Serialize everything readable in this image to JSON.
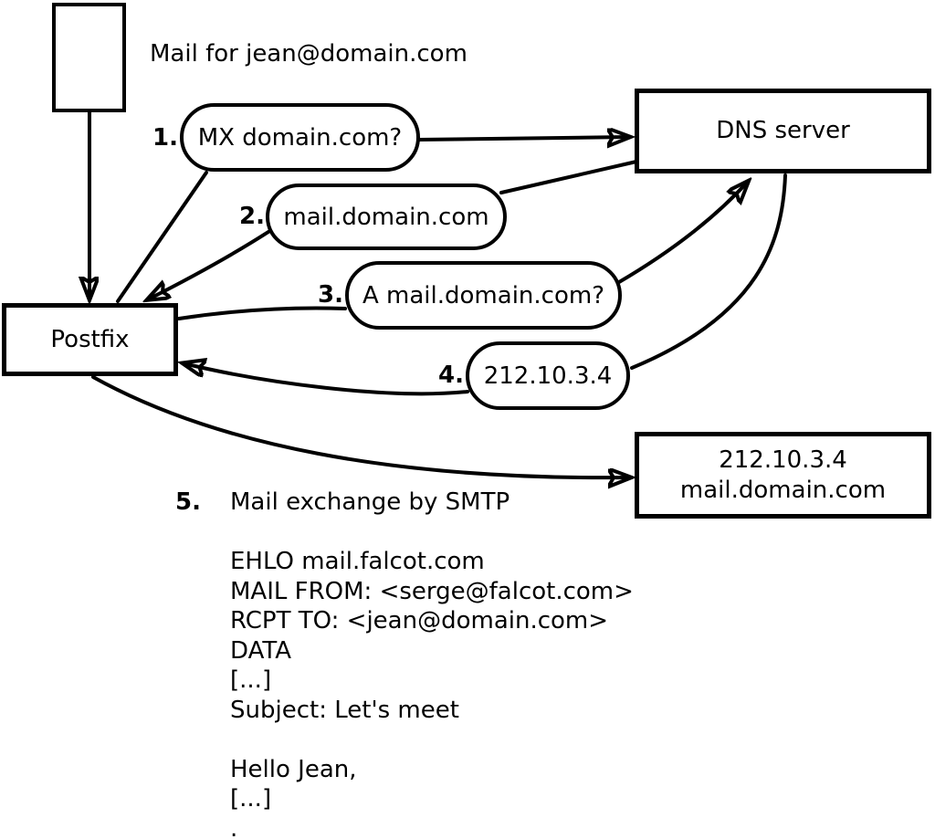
{
  "title": "Mail for jean@domain.com",
  "colors": {
    "ink": "#000000",
    "background": "#ffffff"
  },
  "nodes": {
    "postfix": {
      "label": "Postfix"
    },
    "dns_server": {
      "label": "DNS server"
    },
    "mail_server": {
      "line1": "212.10.3.4",
      "line2": "mail.domain.com"
    }
  },
  "steps": [
    {
      "number": "1.",
      "label": "MX domain.com?"
    },
    {
      "number": "2.",
      "label": "mail.domain.com"
    },
    {
      "number": "3.",
      "label": "A mail.domain.com?"
    },
    {
      "number": "4.",
      "label": "212.10.3.4"
    },
    {
      "number": "5.",
      "label": "Mail exchange by SMTP"
    }
  ],
  "smtp_session": {
    "lines": [
      "EHLO mail.falcot.com",
      "MAIL FROM: <serge@falcot.com>",
      "RCPT TO: <jean@domain.com>",
      "DATA",
      "[...]",
      "Subject: Let's meet",
      "",
      "Hello Jean,",
      "[...]",
      "."
    ]
  }
}
